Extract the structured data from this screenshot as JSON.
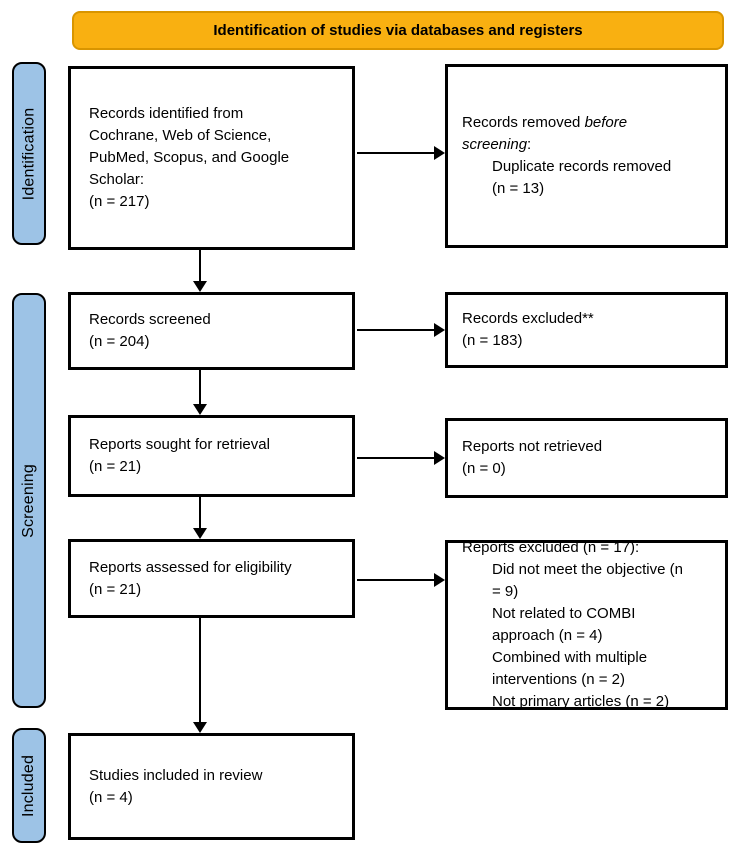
{
  "banner": {
    "title": "Identification of studies via databases and registers"
  },
  "colors": {
    "banner_fill": "#F9B011",
    "banner_border": "#D99500",
    "stage_fill": "#9DC3E6"
  },
  "stages": {
    "identification": "Identification",
    "screening": "Screening",
    "included": "Included"
  },
  "boxes": {
    "identified": {
      "text": "Records identified from\nCochrane, Web of Science,\nPubMed, Scopus, and Google\nScholar:\n(n = 217)"
    },
    "removed": {
      "l1": "Records removed ",
      "l1i": "before",
      "l2i": "screening",
      "l2": ":",
      "detail": "Duplicate records removed\n(n = 13)"
    },
    "screened": {
      "text": "Records screened\n(n = 204)"
    },
    "excluded": {
      "text": "Records excluded**\n(n = 183)"
    },
    "sought": {
      "text": "Reports sought for retrieval\n(n = 21)"
    },
    "not_retrieved": {
      "text": "Reports not retrieved\n(n = 0)"
    },
    "assessed": {
      "text": "Reports assessed for eligibility\n(n = 21)"
    },
    "reports_excluded": {
      "heading": "Reports excluded (n = 17):",
      "detail": "Did not meet the objective (n\n= 9)\nNot related to COMBI\napproach (n = 4)\nCombined with multiple\ninterventions (n = 2)\nNot primary articles (n = 2)"
    },
    "included_review": {
      "text": "Studies included in review\n(n = 4)"
    }
  }
}
